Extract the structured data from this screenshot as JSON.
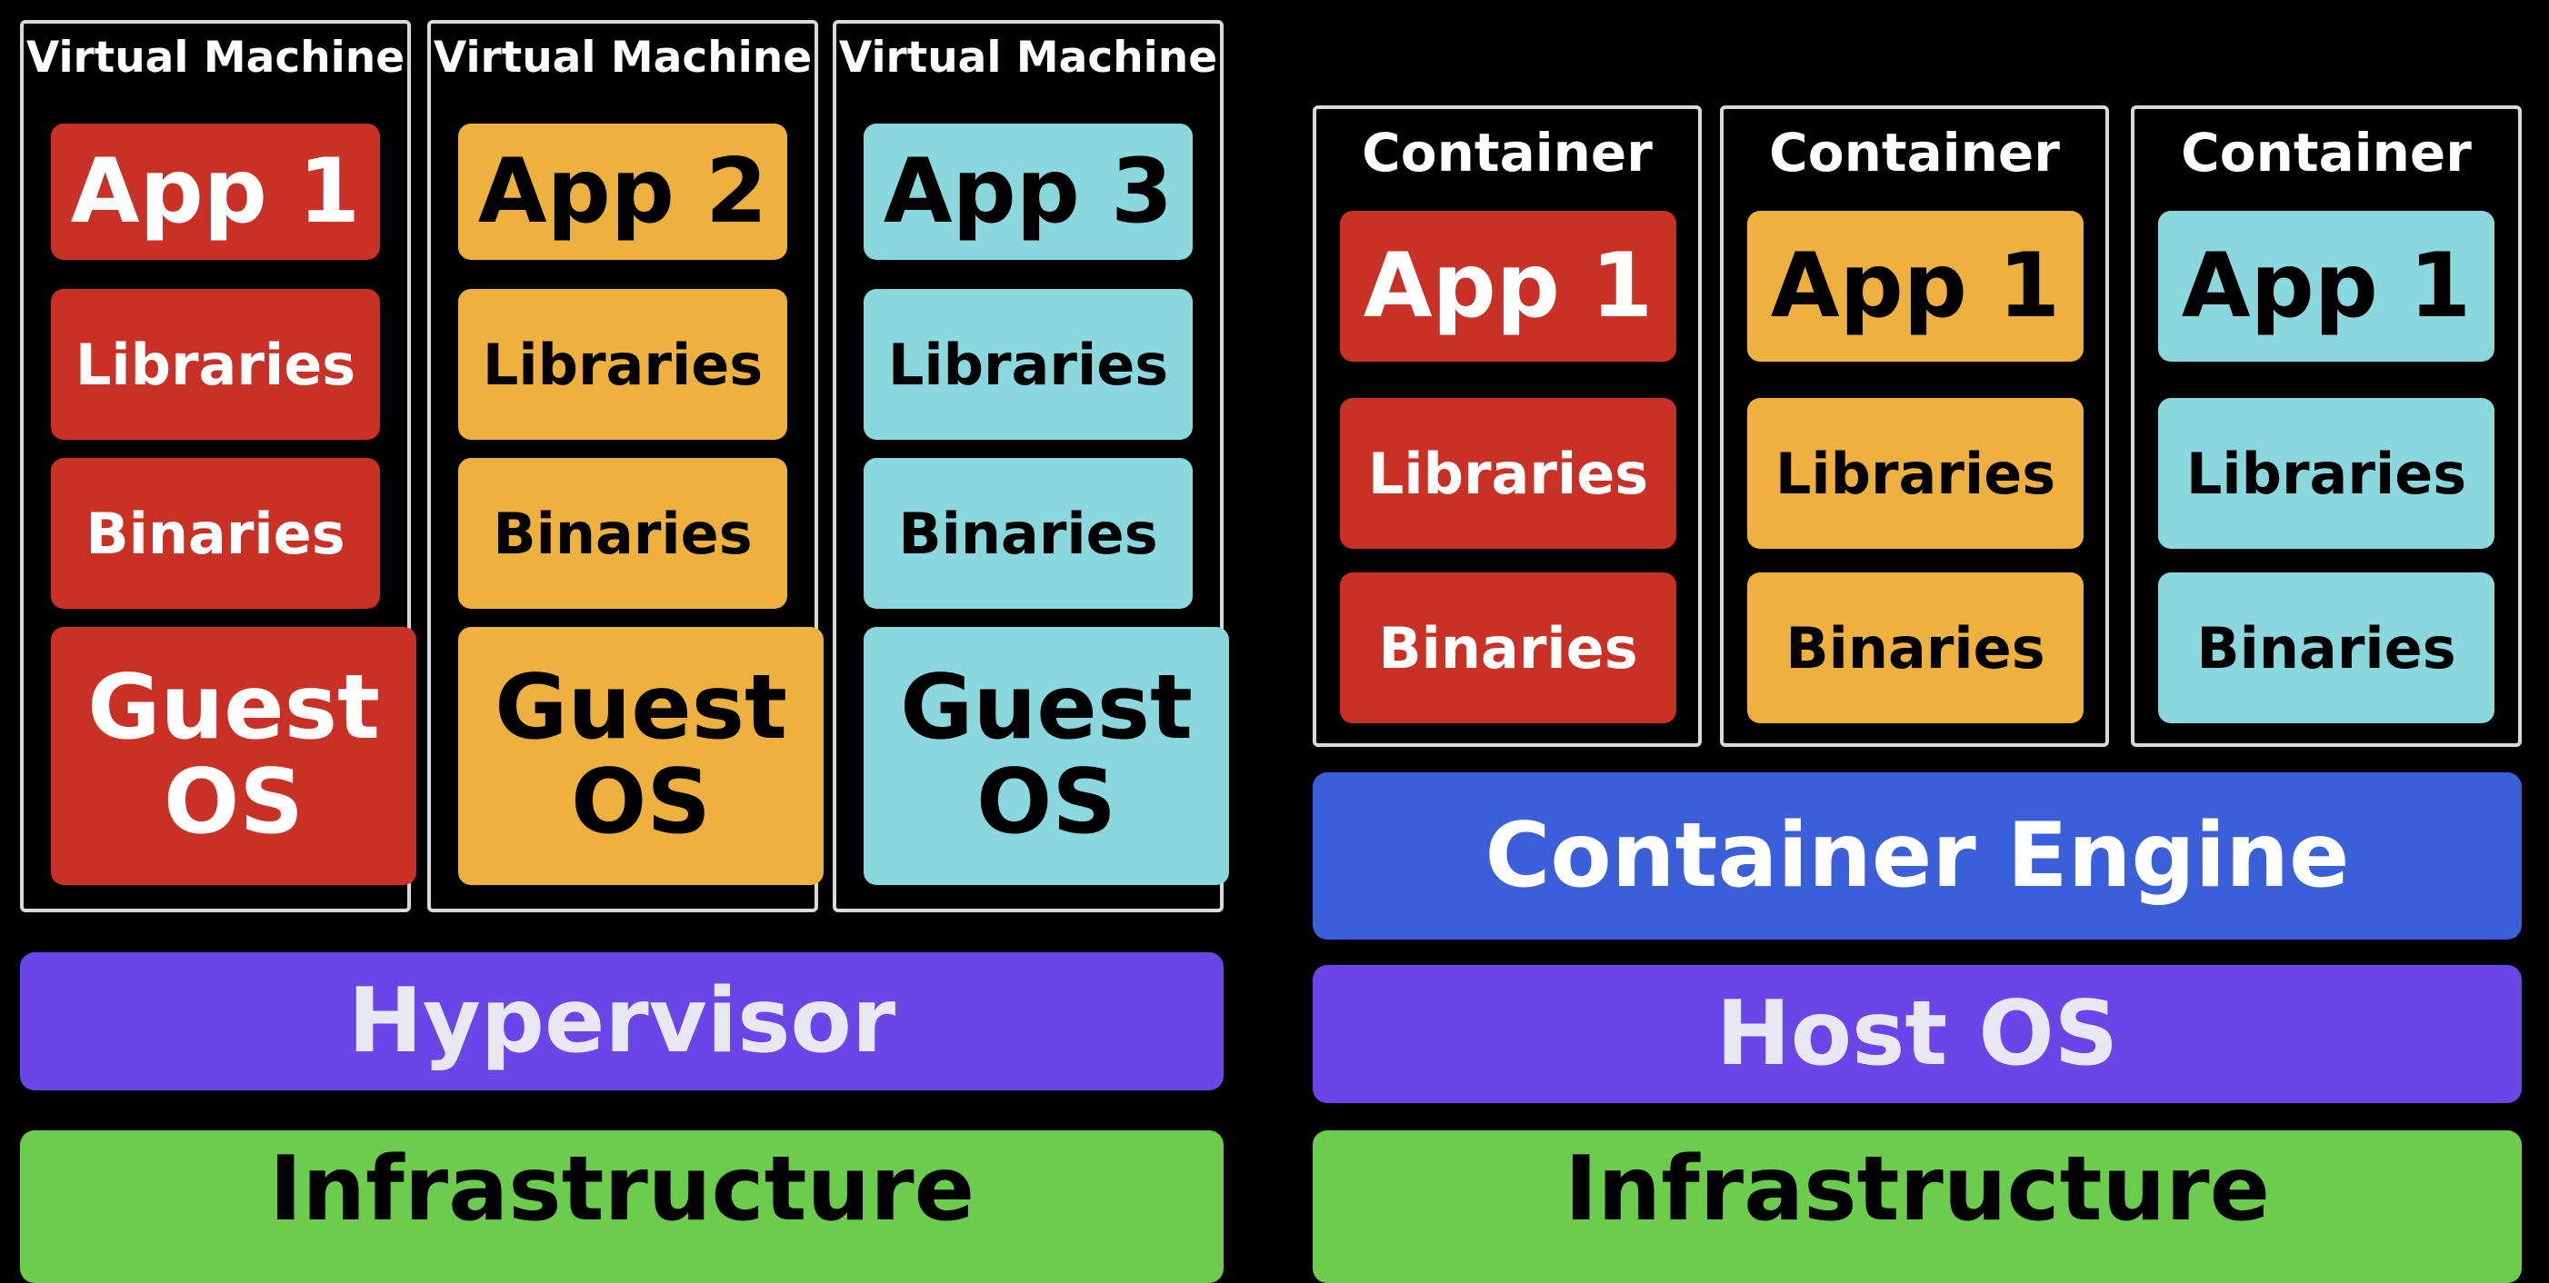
{
  "colors": {
    "red": "#c93127",
    "amber": "#eeb13f",
    "cyan": "#8ad8de",
    "purple": "#6a46e8",
    "blue": "#3b5fd9",
    "green": "#6ccc4e"
  },
  "virtual_machines": [
    {
      "title": "Virtual Machine",
      "app": "App 1",
      "libraries": "Libraries",
      "binaries": "Binaries",
      "guest_os": "Guest OS"
    },
    {
      "title": "Virtual Machine",
      "app": "App 2",
      "libraries": "Libraries",
      "binaries": "Binaries",
      "guest_os": "Guest OS"
    },
    {
      "title": "Virtual Machine",
      "app": "App 3",
      "libraries": "Libraries",
      "binaries": "Binaries",
      "guest_os": "Guest OS"
    }
  ],
  "vm_stack": {
    "hypervisor": "Hypervisor",
    "infrastructure": "Infrastructure"
  },
  "containers": [
    {
      "title": "Container",
      "app": "App 1",
      "libraries": "Libraries",
      "binaries": "Binaries"
    },
    {
      "title": "Container",
      "app": "App 1",
      "libraries": "Libraries",
      "binaries": "Binaries"
    },
    {
      "title": "Container",
      "app": "App 1",
      "libraries": "Libraries",
      "binaries": "Binaries"
    }
  ],
  "container_stack": {
    "container_engine": "Container Engine",
    "host_os": "Host OS",
    "infrastructure": "Infrastructure"
  }
}
